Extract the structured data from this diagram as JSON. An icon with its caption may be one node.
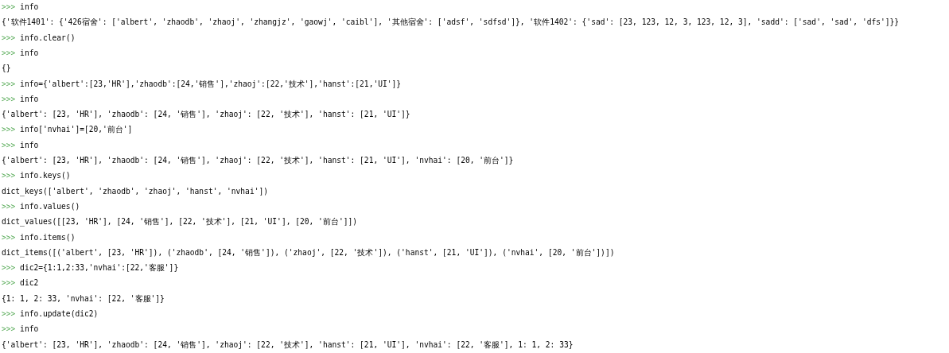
{
  "diagram": {
    "labels": [
      ">>> info",
      "{'软件1401': {'426宿舍': ['albert', 'zhaodb', 'zhaoj', 'zhangjz', 'gaowj', 'caibl'], '其他宿舍': ['adsf', 'sdfsd']}, '软件1402': {'sad': [23, 123, 12, 3, 123, 12, 3], 'sadd': ['sad', 'sad', 'dfs']}}",
      ">>> info.clear()",
      ">>> info",
      "{}",
      ">>> info={'albert':[23,'HR'],'zhaodb':[24,'销售'],'zhaoj':[22,'技术'],'hanst':[21,'UI']}",
      ">>> info",
      "{'albert': [23, 'HR'], 'zhaodb': [24, '销售'], 'zhaoj': [22, '技术'], 'hanst': [21, 'UI']}",
      ">>> info['nvhai']=[20,'前台']",
      ">>> info",
      "{'albert': [23, 'HR'], 'zhaodb': [24, '销售'], 'zhaoj': [22, '技术'], 'hanst': [21, 'UI'], 'nvhai': [20, '前台']}",
      ">>> info.keys()",
      "dict_keys(['albert', 'zhaodb', 'zhaoj', 'hanst', 'nvhai'])",
      ">>> info.values()",
      "dict_values([[23, 'HR'], [24, '销售'], [22, '技术'], [21, 'UI'], [20, '前台']])",
      ">>> info.items()",
      "dict_items([('albert', [23, 'HR']), ('zhaodb', [24, '销售']), ('zhaoj', [22, '技术']), ('hanst', [21, 'UI']), ('nvhai', [20, '前台'])])",
      ">>> dic2={1:1,2:33,'nvhai':[22,'客服']}",
      ">>> dic2",
      "{1: 1, 2: 33, 'nvhai': [22, '客服']}",
      ">>> info.update(dic2)",
      ">>> info",
      "{'albert': [23, 'HR'], 'zhaodb': [24, '销售'], 'zhaoj': [22, '技术'], 'hanst': [21, 'UI'], 'nvhai': [22, '客服'], 1: 1, 2: 33}"
    ]
  }
}
